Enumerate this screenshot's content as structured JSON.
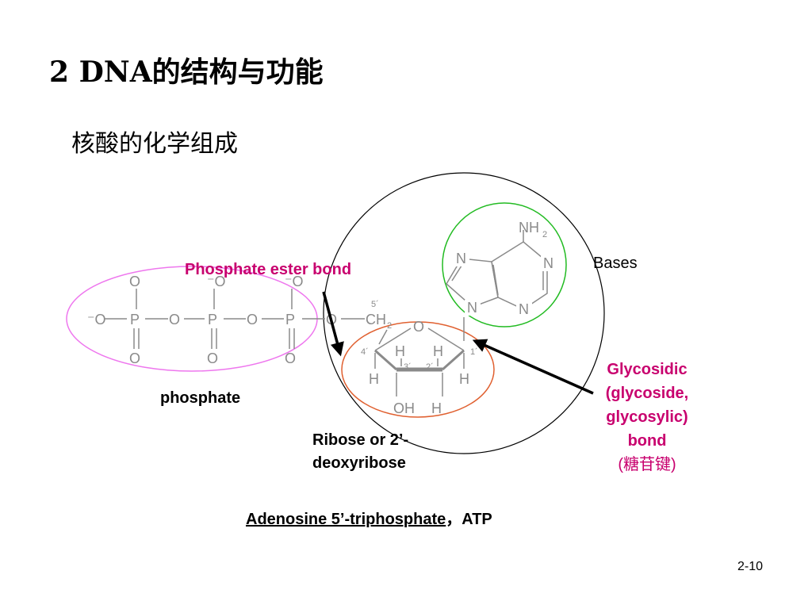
{
  "slide": {
    "title": "2  DNA的结构与功能",
    "subtitle": "核酸的化学组成",
    "page_number": "2-10"
  },
  "labels": {
    "phosphate_ester_bond": "Phosphate ester bond",
    "bases": "Bases",
    "phosphate": "phosphate",
    "ribose_line1": "Ribose or 2’-",
    "ribose_line2": "deoxyribose",
    "glycosidic_line1": "Glycosidic",
    "glycosidic_line2": "(glycoside,",
    "glycosidic_line3": "glycosylic)",
    "glycosidic_line4": "bond",
    "glycosidic_chinese": "(糖苷键)",
    "caption_main": "Adenosine 5’-triphosphate",
    "caption_sep": "，",
    "caption_abbr": "ATP"
  },
  "molecule": {
    "atoms": {
      "O": "O",
      "O_minus": "⁻O",
      "P": "P",
      "CH2": "CH",
      "sub2": "2",
      "H": "H",
      "OH": "OH",
      "N": "N",
      "NH2": "NH",
      "pos_1": "1´",
      "pos_2": "2´",
      "pos_3": "3´",
      "pos_4": "4´",
      "pos_5": "5´"
    }
  },
  "colors": {
    "magenta": "#c8006e",
    "phosphate_ellipse": "#ee77ee",
    "ribose_ellipse": "#e06030",
    "base_circle": "#22bb22",
    "structure_gray": "#8a8a8a"
  }
}
